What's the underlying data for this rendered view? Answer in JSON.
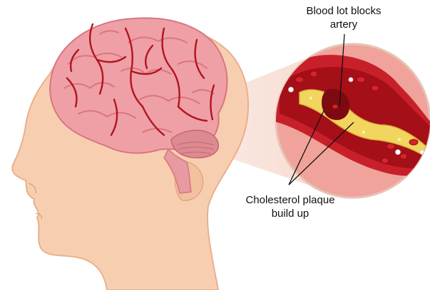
{
  "labels": {
    "clot_line1": "Blood lot blocks",
    "clot_line2": "artery",
    "plaque_line1": "Cholesterol plaque",
    "plaque_line2": "build up"
  },
  "colors": {
    "skin": "#f7cfb0",
    "skin_edge": "#e8b08c",
    "head_halo": "#f9e2d0",
    "brain": "#eea0a6",
    "brain_fold": "#d9767f",
    "vessel": "#b3141d",
    "magnifier_bg": "#f0a39b",
    "artery_wall": "#c8202a",
    "plaque": "#f1d55f",
    "blood": "#b4121c",
    "callout_wedge": "#f6d9ce"
  }
}
